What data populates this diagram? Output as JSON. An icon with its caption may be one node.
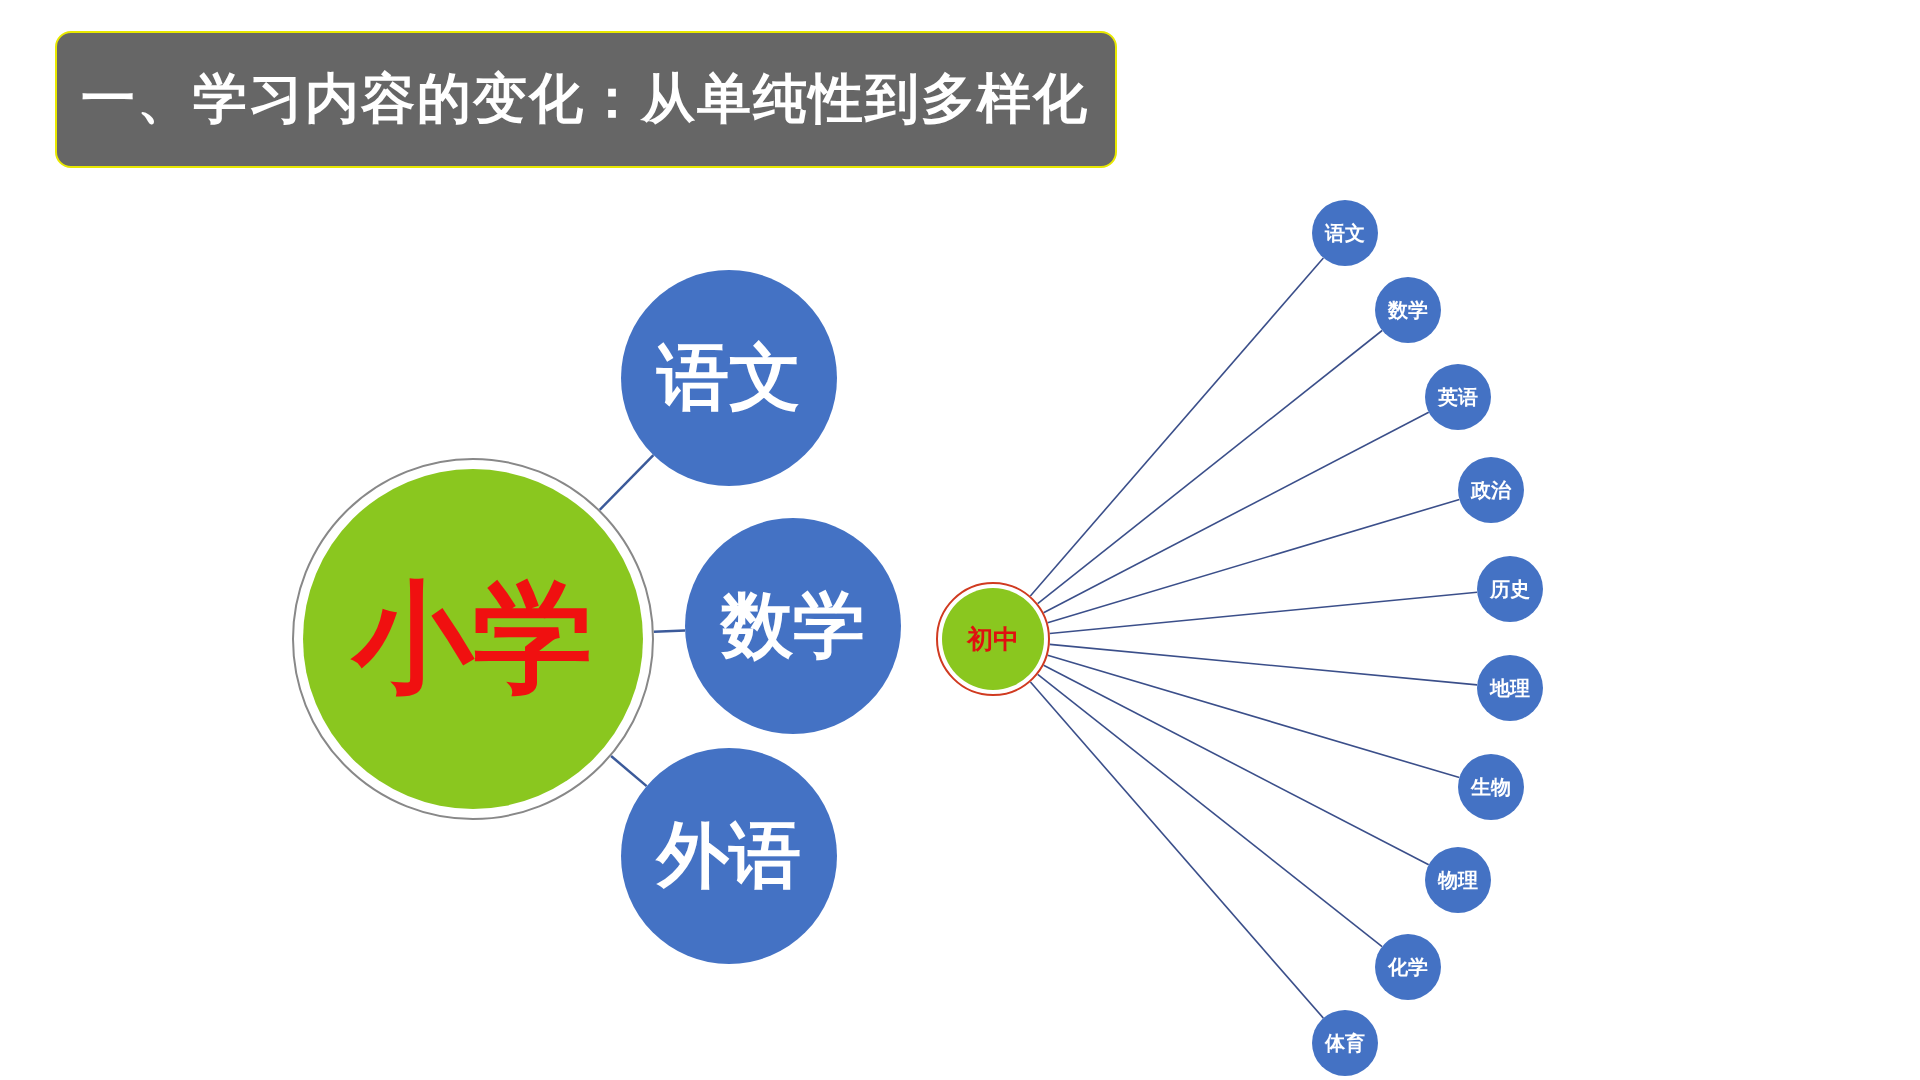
{
  "diagram": {
    "title": "一、学习内容的变化：从单纯性到多样化",
    "nodes": [
      {
        "text": [
          "小学"
        ]
      },
      {
        "text": [
          "语文"
        ]
      },
      {
        "text": [
          "数学"
        ]
      },
      {
        "text": [
          "外语"
        ]
      },
      {
        "text": [
          "初中"
        ]
      },
      {
        "text": [
          "语文"
        ]
      },
      {
        "text": [
          "数学"
        ]
      },
      {
        "text": [
          "英语"
        ]
      },
      {
        "text": [
          "政治"
        ]
      },
      {
        "text": [
          "历史"
        ]
      },
      {
        "text": [
          "地理"
        ]
      },
      {
        "text": [
          "生物"
        ]
      },
      {
        "text": [
          "物理"
        ]
      },
      {
        "text": [
          "化学"
        ]
      },
      {
        "text": [
          "体育"
        ]
      }
    ],
    "edges": [
      {
        "from": 0,
        "to": 1,
        "arrow": "none"
      },
      {
        "from": 0,
        "to": 2,
        "arrow": "none"
      },
      {
        "from": 0,
        "to": 3,
        "arrow": "none"
      },
      {
        "from": 4,
        "to": 5,
        "arrow": "none"
      },
      {
        "from": 4,
        "to": 6,
        "arrow": "none"
      },
      {
        "from": 4,
        "to": 7,
        "arrow": "none"
      },
      {
        "from": 4,
        "to": 8,
        "arrow": "none"
      },
      {
        "from": 4,
        "to": 9,
        "arrow": "none"
      },
      {
        "from": 4,
        "to": 10,
        "arrow": "none"
      },
      {
        "from": 4,
        "to": 11,
        "arrow": "none"
      },
      {
        "from": 4,
        "to": 12,
        "arrow": "none"
      },
      {
        "from": 4,
        "to": 13,
        "arrow": "none"
      },
      {
        "from": 4,
        "to": 14,
        "arrow": "none"
      }
    ]
  }
}
